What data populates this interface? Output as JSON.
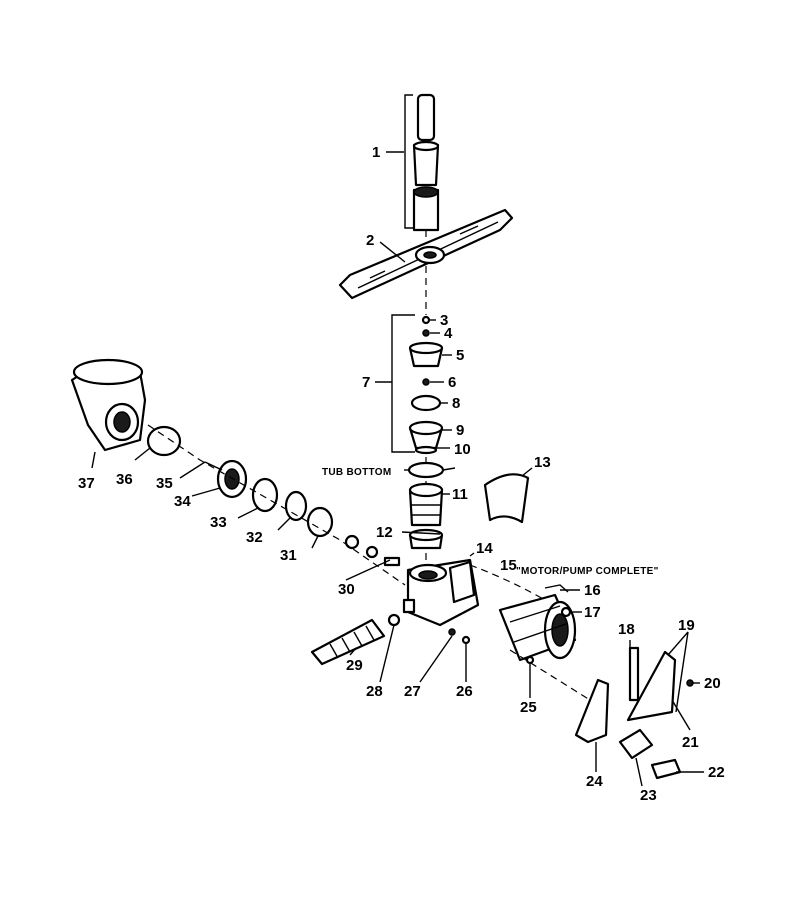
{
  "callouts": [
    "1",
    "2",
    "3",
    "4",
    "5",
    "6",
    "7",
    "8",
    "9",
    "10",
    "11",
    "12",
    "13",
    "14",
    "15",
    "16",
    "17",
    "18",
    "19",
    "20",
    "21",
    "22",
    "23",
    "24",
    "25",
    "26",
    "27",
    "28",
    "29",
    "30",
    "31",
    "32",
    "33",
    "34",
    "35",
    "36",
    "37"
  ],
  "notes": {
    "tub_bottom": "TUB BOTTOM",
    "motor_pump": "\"MOTOR/PUMP COMPLETE\""
  }
}
